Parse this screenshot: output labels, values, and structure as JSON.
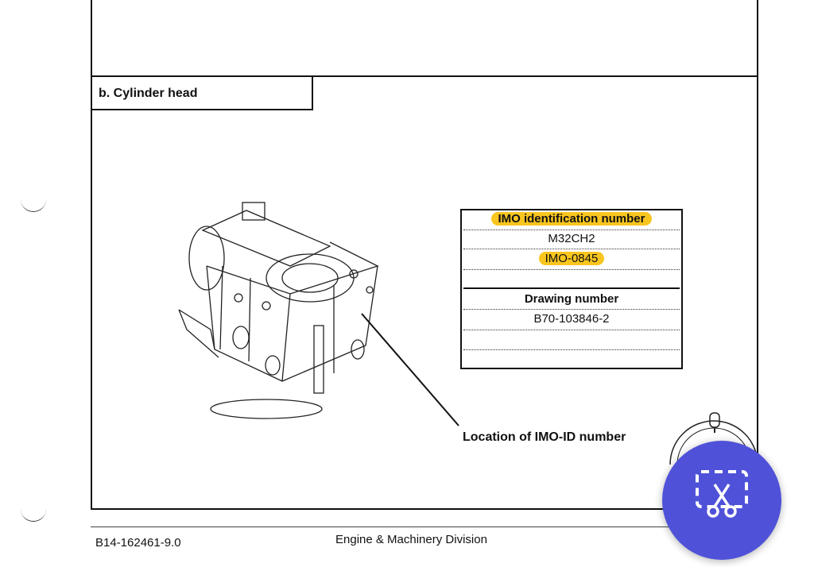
{
  "section": {
    "label": "b. Cylinder head"
  },
  "id_table": {
    "imo_header": "IMO identification number",
    "engine_model": "M32CH2",
    "imo_id": "IMO-0845",
    "drawing_header": "Drawing number",
    "drawing_number": "B70-103846-2"
  },
  "callout": {
    "label": "Location of IMO-ID number"
  },
  "footer": {
    "doc_number": "B14-162461-9.0",
    "division": "Engine & Machinery Division"
  },
  "colors": {
    "highlight": "#f9c51f",
    "fab": "#4f52d8"
  },
  "icons": {
    "fab_icon": "screenshot-crop-icon"
  }
}
